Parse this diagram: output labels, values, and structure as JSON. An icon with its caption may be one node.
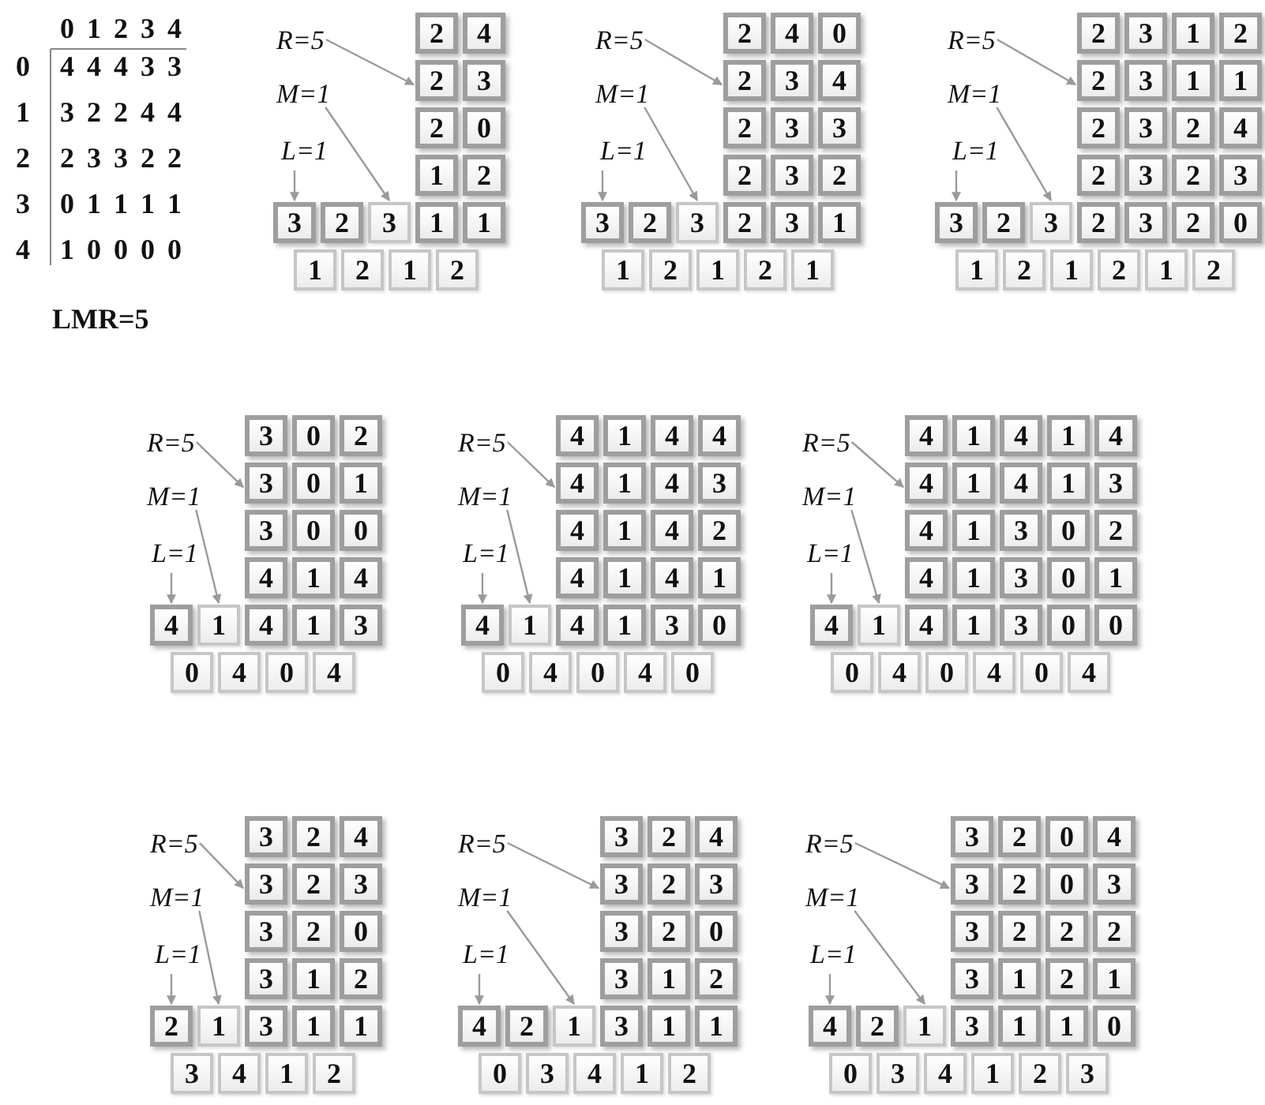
{
  "diagram": {
    "nodes": [
      {
        "text": [
          "R=5"
        ]
      },
      {
        "text": [
          "M=1"
        ]
      },
      {
        "text": [
          "L=1"
        ]
      },
      {
        "text": [
          "2"
        ]
      },
      {
        "text": [
          "4"
        ]
      },
      {
        "text": [
          "2"
        ]
      },
      {
        "text": [
          "3"
        ]
      },
      {
        "text": [
          "2"
        ]
      },
      {
        "text": [
          "0"
        ]
      },
      {
        "text": [
          "1"
        ]
      },
      {
        "text": [
          "2"
        ]
      },
      {
        "text": [
          "3"
        ]
      },
      {
        "text": [
          "2"
        ]
      },
      {
        "text": [
          "3"
        ]
      },
      {
        "text": [
          "1"
        ]
      },
      {
        "text": [
          "1"
        ]
      },
      {
        "text": [
          "1"
        ]
      },
      {
        "text": [
          "2"
        ]
      },
      {
        "text": [
          "1"
        ]
      },
      {
        "text": [
          "2"
        ]
      },
      {
        "text": [
          "R=5"
        ]
      },
      {
        "text": [
          "M=1"
        ]
      },
      {
        "text": [
          "L=1"
        ]
      },
      {
        "text": [
          "2"
        ]
      },
      {
        "text": [
          "4"
        ]
      },
      {
        "text": [
          "0"
        ]
      },
      {
        "text": [
          "2"
        ]
      },
      {
        "text": [
          "3"
        ]
      },
      {
        "text": [
          "4"
        ]
      },
      {
        "text": [
          "2"
        ]
      },
      {
        "text": [
          "3"
        ]
      },
      {
        "text": [
          "3"
        ]
      },
      {
        "text": [
          "2"
        ]
      },
      {
        "text": [
          "3"
        ]
      },
      {
        "text": [
          "2"
        ]
      },
      {
        "text": [
          "3"
        ]
      },
      {
        "text": [
          "2"
        ]
      },
      {
        "text": [
          "3"
        ]
      },
      {
        "text": [
          "2"
        ]
      },
      {
        "text": [
          "3"
        ]
      },
      {
        "text": [
          "1"
        ]
      },
      {
        "text": [
          "1"
        ]
      },
      {
        "text": [
          "2"
        ]
      },
      {
        "text": [
          "1"
        ]
      },
      {
        "text": [
          "2"
        ]
      },
      {
        "text": [
          "1"
        ]
      },
      {
        "text": [
          "R=5"
        ]
      },
      {
        "text": [
          "M=1"
        ]
      },
      {
        "text": [
          "L=1"
        ]
      },
      {
        "text": [
          "2"
        ]
      },
      {
        "text": [
          "3"
        ]
      },
      {
        "text": [
          "1"
        ]
      },
      {
        "text": [
          "2"
        ]
      },
      {
        "text": [
          "2"
        ]
      },
      {
        "text": [
          "3"
        ]
      },
      {
        "text": [
          "1"
        ]
      },
      {
        "text": [
          "1"
        ]
      },
      {
        "text": [
          "2"
        ]
      },
      {
        "text": [
          "3"
        ]
      },
      {
        "text": [
          "2"
        ]
      },
      {
        "text": [
          "4"
        ]
      },
      {
        "text": [
          "2"
        ]
      },
      {
        "text": [
          "3"
        ]
      },
      {
        "text": [
          "2"
        ]
      },
      {
        "text": [
          "3"
        ]
      },
      {
        "text": [
          "3"
        ]
      },
      {
        "text": [
          "2"
        ]
      },
      {
        "text": [
          "3"
        ]
      },
      {
        "text": [
          "2"
        ]
      },
      {
        "text": [
          "3"
        ]
      },
      {
        "text": [
          "2"
        ]
      },
      {
        "text": [
          "0"
        ]
      },
      {
        "text": [
          "1"
        ]
      },
      {
        "text": [
          "2"
        ]
      },
      {
        "text": [
          "1"
        ]
      },
      {
        "text": [
          "2"
        ]
      },
      {
        "text": [
          "1"
        ]
      },
      {
        "text": [
          "2"
        ]
      },
      {
        "text": [
          "R=5"
        ]
      },
      {
        "text": [
          "M=1"
        ]
      },
      {
        "text": [
          "L=1"
        ]
      },
      {
        "text": [
          "3"
        ]
      },
      {
        "text": [
          "0"
        ]
      },
      {
        "text": [
          "2"
        ]
      },
      {
        "text": [
          "3"
        ]
      },
      {
        "text": [
          "0"
        ]
      },
      {
        "text": [
          "1"
        ]
      },
      {
        "text": [
          "3"
        ]
      },
      {
        "text": [
          "0"
        ]
      },
      {
        "text": [
          "0"
        ]
      },
      {
        "text": [
          "4"
        ]
      },
      {
        "text": [
          "1"
        ]
      },
      {
        "text": [
          "4"
        ]
      },
      {
        "text": [
          "4"
        ]
      },
      {
        "text": [
          "1"
        ]
      },
      {
        "text": [
          "4"
        ]
      },
      {
        "text": [
          "1"
        ]
      },
      {
        "text": [
          "3"
        ]
      },
      {
        "text": [
          "0"
        ]
      },
      {
        "text": [
          "4"
        ]
      },
      {
        "text": [
          "0"
        ]
      },
      {
        "text": [
          "4"
        ]
      },
      {
        "text": [
          "R=5"
        ]
      },
      {
        "text": [
          "M=1"
        ]
      },
      {
        "text": [
          "L=1"
        ]
      },
      {
        "text": [
          "4"
        ]
      },
      {
        "text": [
          "1"
        ]
      },
      {
        "text": [
          "4"
        ]
      },
      {
        "text": [
          "4"
        ]
      },
      {
        "text": [
          "4"
        ]
      },
      {
        "text": [
          "1"
        ]
      },
      {
        "text": [
          "4"
        ]
      },
      {
        "text": [
          "3"
        ]
      },
      {
        "text": [
          "4"
        ]
      },
      {
        "text": [
          "1"
        ]
      },
      {
        "text": [
          "4"
        ]
      },
      {
        "text": [
          "2"
        ]
      },
      {
        "text": [
          "4"
        ]
      },
      {
        "text": [
          "1"
        ]
      },
      {
        "text": [
          "4"
        ]
      },
      {
        "text": [
          "1"
        ]
      },
      {
        "text": [
          "4"
        ]
      },
      {
        "text": [
          "1"
        ]
      },
      {
        "text": [
          "4"
        ]
      },
      {
        "text": [
          "1"
        ]
      },
      {
        "text": [
          "3"
        ]
      },
      {
        "text": [
          "0"
        ]
      },
      {
        "text": [
          "0"
        ]
      },
      {
        "text": [
          "4"
        ]
      },
      {
        "text": [
          "0"
        ]
      },
      {
        "text": [
          "4"
        ]
      },
      {
        "text": [
          "0"
        ]
      },
      {
        "text": [
          "R=5"
        ]
      },
      {
        "text": [
          "M=1"
        ]
      },
      {
        "text": [
          "L=1"
        ]
      },
      {
        "text": [
          "4"
        ]
      },
      {
        "text": [
          "1"
        ]
      },
      {
        "text": [
          "4"
        ]
      },
      {
        "text": [
          "1"
        ]
      },
      {
        "text": [
          "4"
        ]
      },
      {
        "text": [
          "4"
        ]
      },
      {
        "text": [
          "1"
        ]
      },
      {
        "text": [
          "4"
        ]
      },
      {
        "text": [
          "1"
        ]
      },
      {
        "text": [
          "3"
        ]
      },
      {
        "text": [
          "4"
        ]
      },
      {
        "text": [
          "1"
        ]
      },
      {
        "text": [
          "3"
        ]
      },
      {
        "text": [
          "0"
        ]
      },
      {
        "text": [
          "2"
        ]
      },
      {
        "text": [
          "4"
        ]
      },
      {
        "text": [
          "1"
        ]
      },
      {
        "text": [
          "3"
        ]
      },
      {
        "text": [
          "0"
        ]
      },
      {
        "text": [
          "1"
        ]
      },
      {
        "text": [
          "4"
        ]
      },
      {
        "text": [
          "1"
        ]
      },
      {
        "text": [
          "4"
        ]
      },
      {
        "text": [
          "1"
        ]
      },
      {
        "text": [
          "3"
        ]
      },
      {
        "text": [
          "0"
        ]
      },
      {
        "text": [
          "0"
        ]
      },
      {
        "text": [
          "0"
        ]
      },
      {
        "text": [
          "4"
        ]
      },
      {
        "text": [
          "0"
        ]
      },
      {
        "text": [
          "4"
        ]
      },
      {
        "text": [
          "0"
        ]
      },
      {
        "text": [
          "4"
        ]
      },
      {
        "text": [
          "R=5"
        ]
      },
      {
        "text": [
          "M=1"
        ]
      },
      {
        "text": [
          "L=1"
        ]
      },
      {
        "text": [
          "3"
        ]
      },
      {
        "text": [
          "2"
        ]
      },
      {
        "text": [
          "4"
        ]
      },
      {
        "text": [
          "3"
        ]
      },
      {
        "text": [
          "2"
        ]
      },
      {
        "text": [
          "3"
        ]
      },
      {
        "text": [
          "3"
        ]
      },
      {
        "text": [
          "2"
        ]
      },
      {
        "text": [
          "0"
        ]
      },
      {
        "text": [
          "3"
        ]
      },
      {
        "text": [
          "1"
        ]
      },
      {
        "text": [
          "2"
        ]
      },
      {
        "text": [
          "2"
        ]
      },
      {
        "text": [
          "1"
        ]
      },
      {
        "text": [
          "3"
        ]
      },
      {
        "text": [
          "1"
        ]
      },
      {
        "text": [
          "1"
        ]
      },
      {
        "text": [
          "3"
        ]
      },
      {
        "text": [
          "4"
        ]
      },
      {
        "text": [
          "1"
        ]
      },
      {
        "text": [
          "2"
        ]
      },
      {
        "text": [
          "R=5"
        ]
      },
      {
        "text": [
          "M=1"
        ]
      },
      {
        "text": [
          "L=1"
        ]
      },
      {
        "text": [
          "3"
        ]
      },
      {
        "text": [
          "2"
        ]
      },
      {
        "text": [
          "4"
        ]
      },
      {
        "text": [
          "3"
        ]
      },
      {
        "text": [
          "2"
        ]
      },
      {
        "text": [
          "3"
        ]
      },
      {
        "text": [
          "3"
        ]
      },
      {
        "text": [
          "2"
        ]
      },
      {
        "text": [
          "0"
        ]
      },
      {
        "text": [
          "3"
        ]
      },
      {
        "text": [
          "1"
        ]
      },
      {
        "text": [
          "2"
        ]
      },
      {
        "text": [
          "4"
        ]
      },
      {
        "text": [
          "2"
        ]
      },
      {
        "text": [
          "1"
        ]
      },
      {
        "text": [
          "3"
        ]
      },
      {
        "text": [
          "1"
        ]
      },
      {
        "text": [
          "1"
        ]
      },
      {
        "text": [
          "0"
        ]
      },
      {
        "text": [
          "3"
        ]
      },
      {
        "text": [
          "4"
        ]
      },
      {
        "text": [
          "1"
        ]
      },
      {
        "text": [
          "2"
        ]
      },
      {
        "text": [
          "R=5"
        ]
      },
      {
        "text": [
          "M=1"
        ]
      },
      {
        "text": [
          "L=1"
        ]
      },
      {
        "text": [
          "3"
        ]
      },
      {
        "text": [
          "2"
        ]
      },
      {
        "text": [
          "0"
        ]
      },
      {
        "text": [
          "4"
        ]
      },
      {
        "text": [
          "3"
        ]
      },
      {
        "text": [
          "2"
        ]
      },
      {
        "text": [
          "0"
        ]
      },
      {
        "text": [
          "3"
        ]
      },
      {
        "text": [
          "3"
        ]
      },
      {
        "text": [
          "2"
        ]
      },
      {
        "text": [
          "2"
        ]
      },
      {
        "text": [
          "2"
        ]
      },
      {
        "text": [
          "3"
        ]
      },
      {
        "text": [
          "1"
        ]
      },
      {
        "text": [
          "2"
        ]
      },
      {
        "text": [
          "1"
        ]
      },
      {
        "text": [
          "4"
        ]
      },
      {
        "text": [
          "2"
        ]
      },
      {
        "text": [
          "1"
        ]
      },
      {
        "text": [
          "3"
        ]
      },
      {
        "text": [
          "1"
        ]
      },
      {
        "text": [
          "1"
        ]
      },
      {
        "text": [
          "0"
        ]
      },
      {
        "text": [
          "0"
        ]
      },
      {
        "text": [
          "3"
        ]
      },
      {
        "text": [
          "4"
        ]
      },
      {
        "text": [
          "1"
        ]
      },
      {
        "text": [
          "2"
        ]
      },
      {
        "text": [
          "3"
        ]
      }
    ],
    "edges": [
      {
        "from": 0,
        "to": 5,
        "arrow": "to"
      },
      {
        "from": 1,
        "to": 13,
        "arrow": "to"
      },
      {
        "from": 2,
        "to": 11,
        "arrow": "to"
      },
      {
        "from": 20,
        "to": 26,
        "arrow": "to"
      },
      {
        "from": 21,
        "to": 37,
        "arrow": "to"
      },
      {
        "from": 22,
        "to": 35,
        "arrow": "to"
      },
      {
        "from": 46,
        "to": 53,
        "arrow": "to"
      },
      {
        "from": 47,
        "to": 67,
        "arrow": "to"
      },
      {
        "from": 48,
        "to": 65,
        "arrow": "to"
      },
      {
        "from": 78,
        "to": 84,
        "arrow": "to"
      },
      {
        "from": 79,
        "to": 94,
        "arrow": "to"
      },
      {
        "from": 80,
        "to": 93,
        "arrow": "to"
      },
      {
        "from": 102,
        "to": 109,
        "arrow": "to"
      },
      {
        "from": 103,
        "to": 122,
        "arrow": "to"
      },
      {
        "from": 104,
        "to": 121,
        "arrow": "to"
      },
      {
        "from": 132,
        "to": 140,
        "arrow": "to"
      },
      {
        "from": 133,
        "to": 156,
        "arrow": "to"
      },
      {
        "from": 134,
        "to": 155,
        "arrow": "to"
      },
      {
        "from": 168,
        "to": 174,
        "arrow": "to"
      },
      {
        "from": 169,
        "to": 184,
        "arrow": "to"
      },
      {
        "from": 170,
        "to": 183,
        "arrow": "to"
      },
      {
        "from": 192,
        "to": 198,
        "arrow": "to"
      },
      {
        "from": 193,
        "to": 209,
        "arrow": "to"
      },
      {
        "from": 194,
        "to": 207,
        "arrow": "to"
      },
      {
        "from": 218,
        "to": 225,
        "arrow": "to"
      },
      {
        "from": 219,
        "to": 239,
        "arrow": "to"
      },
      {
        "from": 220,
        "to": 237,
        "arrow": "to"
      }
    ],
    "labels": [
      "0",
      "1",
      "2",
      "3",
      "4",
      "0",
      "4",
      "4",
      "4",
      "3",
      "3",
      "1",
      "3",
      "2",
      "2",
      "4",
      "4",
      "2",
      "2",
      "3",
      "3",
      "2",
      "2",
      "3",
      "0",
      "1",
      "1",
      "1",
      "1",
      "4",
      "1",
      "0",
      "0",
      "0",
      "0",
      "LMR=5"
    ]
  }
}
